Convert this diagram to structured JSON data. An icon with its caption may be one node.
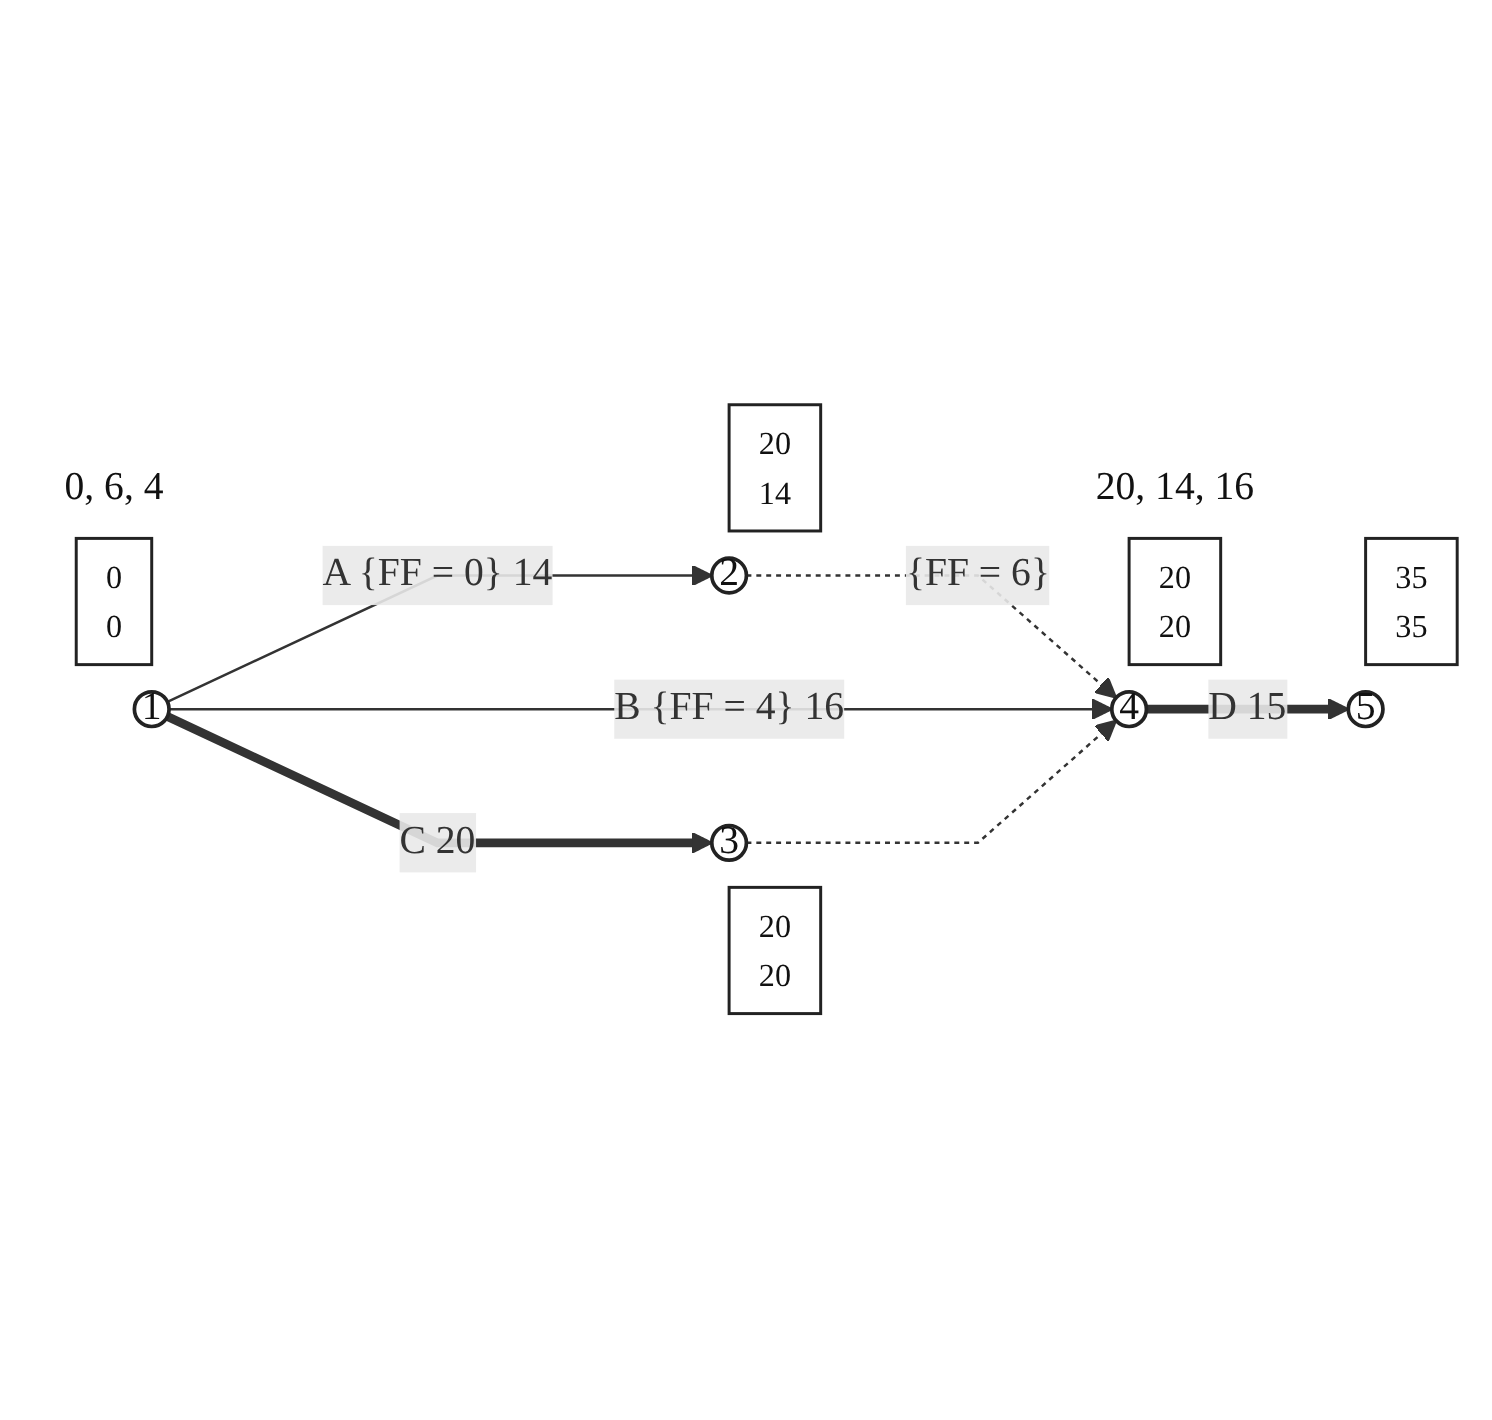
{
  "diagram": {
    "nodes": [
      {
        "text": [
          "20",
          "14"
        ]
      },
      {
        "text": [
          "2"
        ]
      },
      {
        "text": [
          "0",
          "0"
        ],
        "beside": [
          "0, 6, 4"
        ]
      },
      {
        "text": [
          "20",
          "20"
        ],
        "beside": [
          "20, 14, 16"
        ]
      },
      {
        "text": [
          "1"
        ]
      },
      {
        "text": [
          "4"
        ]
      },
      {
        "text": [
          "5"
        ]
      },
      {
        "text": [
          "35",
          "35"
        ]
      },
      {
        "text": [
          "20",
          "20"
        ]
      },
      {
        "text": [
          "3"
        ]
      }
    ],
    "edges": [
      {
        "from": 4,
        "to": 1,
        "arrow": "to",
        "label": "A {FF = 0} 14"
      },
      {
        "from": 1,
        "to": 5,
        "arrow": "to",
        "label": "{FF = 6}",
        "style": "dashed"
      },
      {
        "from": 4,
        "to": 5,
        "arrow": "to",
        "label": "B {FF = 4} 16"
      },
      {
        "from": 4,
        "to": 9,
        "arrow": "to",
        "label": "C 20",
        "style": "thick"
      },
      {
        "from": 9,
        "to": 5,
        "arrow": "to",
        "style": "dashed"
      },
      {
        "from": 5,
        "to": 6,
        "arrow": "to",
        "label": "D 15",
        "style": "thick"
      }
    ]
  }
}
